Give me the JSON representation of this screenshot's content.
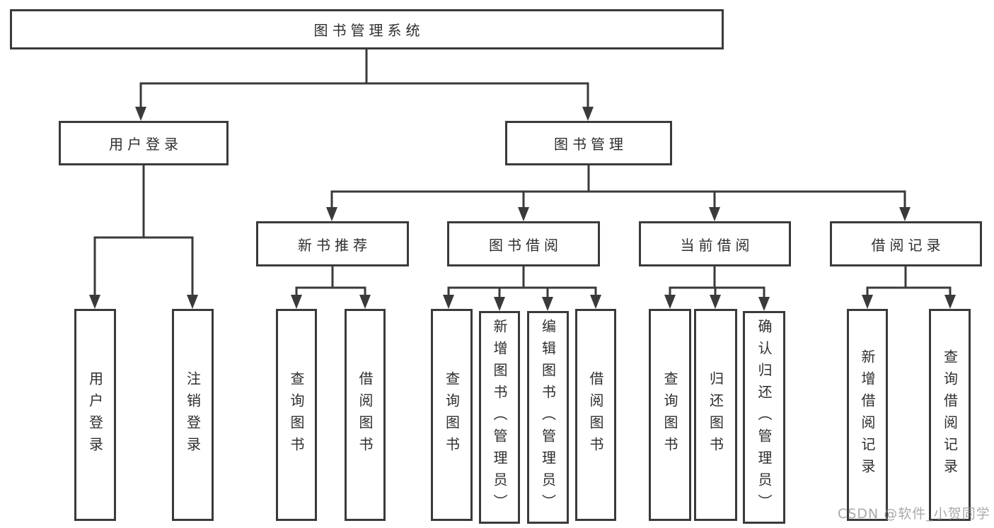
{
  "diagram": {
    "title": "图书管理系统",
    "root": "图书管理系统",
    "level2": {
      "user_login": "用户登录",
      "book_management": "图书管理"
    },
    "level3": {
      "new_book_recommend": "新书推荐",
      "book_borrow": "图书借阅",
      "current_borrow": "当前借阅",
      "borrow_records": "借阅记录"
    },
    "leaves": {
      "user_login": "用户登录",
      "logout": "注销登录",
      "nb_query_book": "查询图书",
      "nb_borrow_book": "借阅图书",
      "bb_query_book": "查询图书",
      "bb_add_book_admin": "新增图书（管理员）",
      "bb_edit_book_admin": "编辑图书（管理员）",
      "bb_borrow_book": "借阅图书",
      "cb_query_book": "查询图书",
      "cb_return_book": "归还图书",
      "cb_confirm_return_admin": "确认归还（管理员）",
      "br_add_record": "新增借阅记录",
      "br_query_record": "查询借阅记录"
    }
  },
  "watermark": "CSDN @软件_小贺同学",
  "colors": {
    "line": "#3a3a3a",
    "text": "#2e2e2e",
    "watermark": "#949494",
    "background": "#ffffff"
  }
}
